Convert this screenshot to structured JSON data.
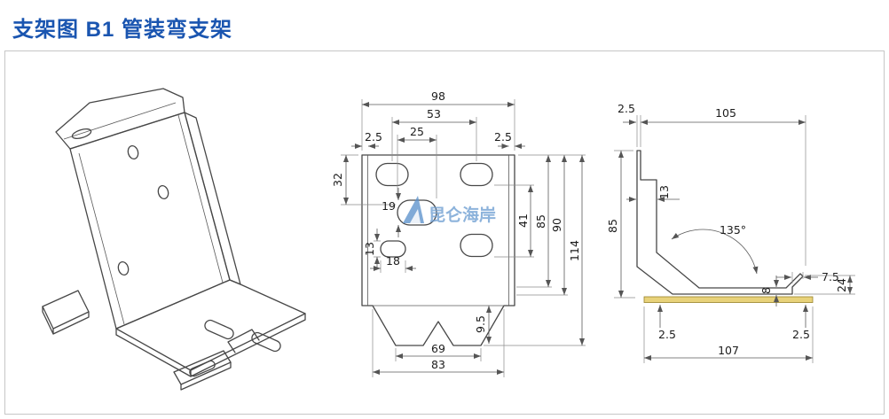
{
  "page": {
    "title": "支架图 B1 管装弯支架"
  },
  "watermark": {
    "brand": "昆仑海岸"
  },
  "front_view": {
    "dims": {
      "w98": "98",
      "w53": "53",
      "w25": "25",
      "t25l": "2.5",
      "t25r": "2.5",
      "h32": "32",
      "h19": "19",
      "h41": "41",
      "h85": "85",
      "h90": "90",
      "h114": "114",
      "h13": "13",
      "w18": "18",
      "h95": "9.5",
      "w69": "69",
      "w83": "83"
    }
  },
  "side_view": {
    "dims": {
      "t25_top": "2.5",
      "w105": "105",
      "w13": "13",
      "h85": "85",
      "a135": "135°",
      "w75": "7.5",
      "l24": "24",
      "h8": "8",
      "t25_bl": "2.5",
      "w107": "107",
      "t25_br": "2.5"
    }
  }
}
